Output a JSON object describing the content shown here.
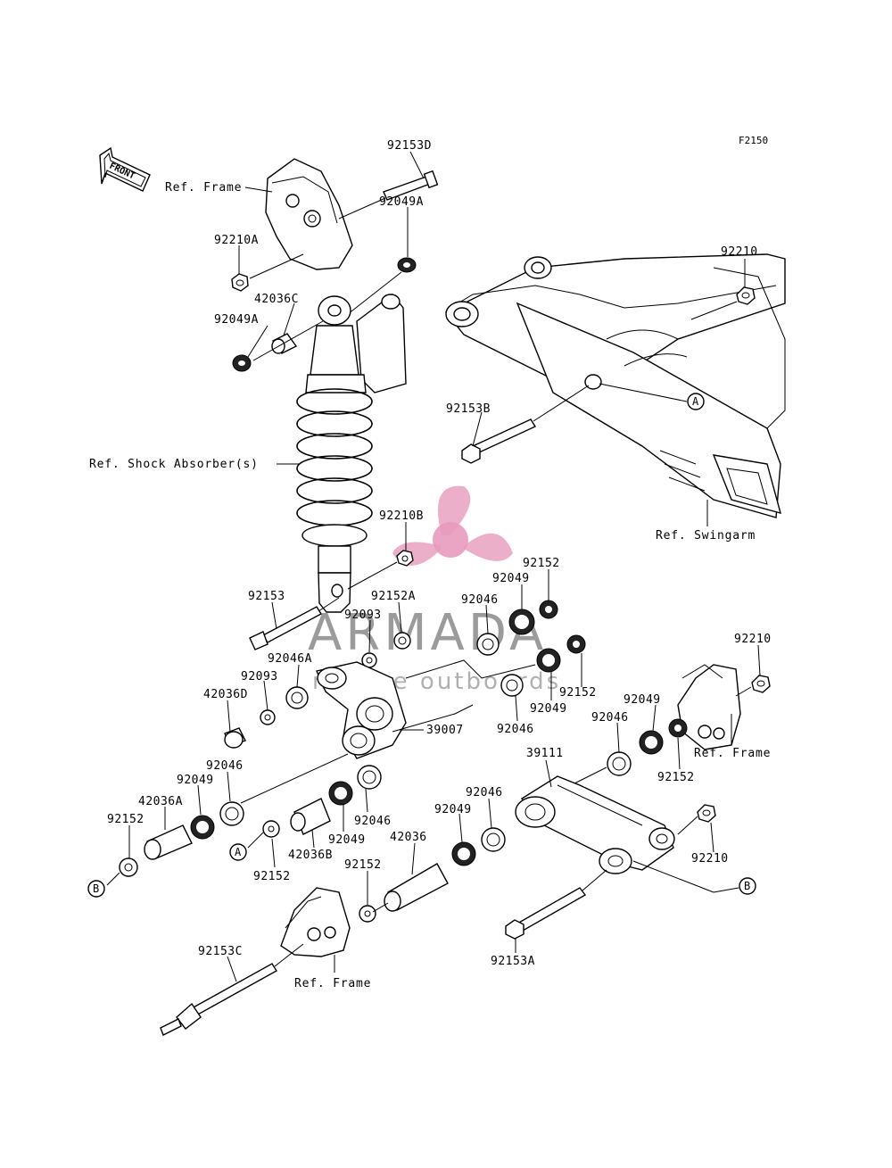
{
  "figure_code": "F2150",
  "front_arrow_label": "FRONT",
  "watermark": {
    "brand": "ARMADA",
    "tagline": "marine outboards",
    "accent_color": "#e79bbd",
    "text_color": "#4b4b4b"
  },
  "refs": {
    "frame_top": "Ref. Frame",
    "shock": "Ref. Shock Absorber(s)",
    "swingarm": "Ref. Swingarm",
    "frame_right": "Ref. Frame",
    "frame_bottom": "Ref. Frame"
  },
  "markers": {
    "a": "A",
    "b": "B"
  },
  "parts": {
    "p92153D": "92153D",
    "p92049A_top": "92049A",
    "p92210A": "92210A",
    "p42036C": "42036C",
    "p92049A_left": "92049A",
    "p92210_top": "92210",
    "p92153B": "92153B",
    "p92210B": "92210B",
    "p92153": "92153",
    "p92152A": "92152A",
    "p92093_a": "92093",
    "p92046A": "92046A",
    "p92093_b": "92093",
    "p42036D": "42036D",
    "p92049_c": "92049",
    "p92046_c": "92046",
    "p92152_tr": "92152",
    "p92152_r2": "92152",
    "p92046_m": "92046",
    "p92049_m": "92049",
    "p39007": "39007",
    "p92046_l": "92046",
    "p92049_l": "92049",
    "p42036A": "42036A",
    "p92152_l": "92152",
    "p92046_lm": "92046",
    "p92049_lm": "92049",
    "p42036B": "42036B",
    "p92152_lm": "92152",
    "p92210_r": "92210",
    "p92049_r": "92049",
    "p92046_r": "92046",
    "p92152_r": "92152",
    "p39111": "39111",
    "p92046_b": "92046",
    "p92049_b": "92049",
    "p42036": "42036",
    "p92152_b": "92152",
    "p92210_br": "92210",
    "p92153C": "92153C",
    "p92153A": "92153A"
  }
}
